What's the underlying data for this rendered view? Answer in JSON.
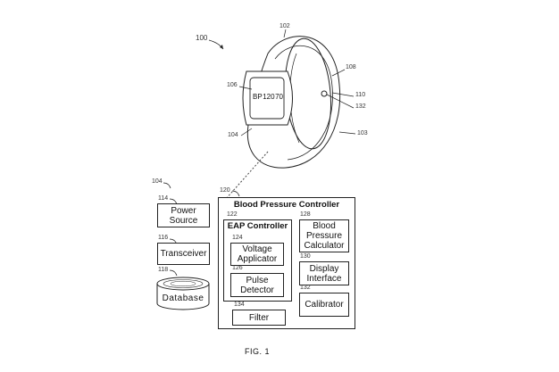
{
  "figure": {
    "caption": "FIG. 1",
    "ref_number": "100"
  },
  "device": {
    "refs": {
      "band": "102",
      "strap_inner": "108",
      "housing": "104",
      "display": "106",
      "sensor_a": "110",
      "sensor_b": "132",
      "wrist": "103"
    },
    "display_text": {
      "label": "BP",
      "systolic": "120",
      "diastolic": "70"
    }
  },
  "housing_components": {
    "ref": "104",
    "items": [
      {
        "ref": "114",
        "label_lines": [
          "Power",
          "Source"
        ]
      },
      {
        "ref": "116",
        "label_lines": [
          "Transceiver"
        ]
      },
      {
        "ref": "118",
        "label_lines": [
          "Database"
        ]
      }
    ]
  },
  "blood_pressure_controller": {
    "ref": "120",
    "title": "Blood Pressure Controller",
    "eap": {
      "ref": "122",
      "title": "EAP Controller",
      "items": [
        {
          "ref": "124",
          "label_lines": [
            "Voltage",
            "Applicator"
          ]
        },
        {
          "ref": "126",
          "label_lines": [
            "Pulse",
            "Detector"
          ]
        }
      ]
    },
    "filter": {
      "ref": "134",
      "label": "Filter"
    },
    "right_items": [
      {
        "ref": "128",
        "label_lines": [
          "Blood",
          "Pressure",
          "Calculator"
        ]
      },
      {
        "ref": "130",
        "label_lines": [
          "Display",
          "Interface"
        ]
      },
      {
        "ref": "132",
        "label_lines": [
          "Calibrator"
        ]
      }
    ]
  }
}
